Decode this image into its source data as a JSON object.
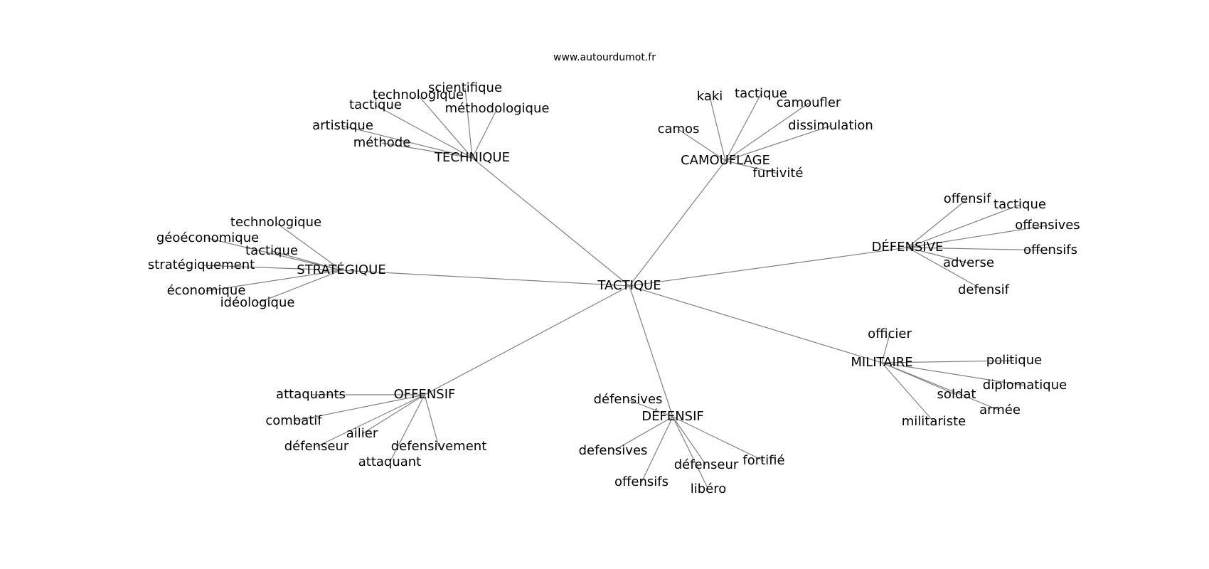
{
  "site": "www.autourdumot.fr",
  "colors": {
    "edge": "#808080",
    "text": "#000000",
    "background": "#ffffff"
  },
  "graph": {
    "center": "TACTIQUE",
    "clusters": [
      {
        "hub": "TECHNIQUE",
        "leaves": [
          "scientifique",
          "technologique",
          "tactique",
          "méthodologique",
          "artistique",
          "méthode"
        ]
      },
      {
        "hub": "CAMOUFLAGE",
        "leaves": [
          "kaki",
          "tactique",
          "camoufler",
          "dissimulation",
          "camos",
          "furtivité"
        ]
      },
      {
        "hub": "STRATÉGIQUE",
        "leaves": [
          "technologique",
          "géoéconomique",
          "tactique",
          "stratégiquement",
          "économique",
          "idéologique"
        ]
      },
      {
        "hub": "DÉFENSIVE",
        "leaves": [
          "offensif",
          "tactique",
          "offensives",
          "offensifs",
          "adverse",
          "defensif"
        ]
      },
      {
        "hub": "MILITAIRE",
        "leaves": [
          "officier",
          "politique",
          "diplomatique",
          "soldat",
          "armée",
          "militariste"
        ]
      },
      {
        "hub": "OFFENSIF",
        "leaves": [
          "attaquants",
          "combatif",
          "ailier",
          "défenseur",
          "defensivement",
          "attaquant"
        ]
      },
      {
        "hub": "DÉFENSIF",
        "leaves": [
          "défensives",
          "defensives",
          "offensifs",
          "défenseur",
          "fortifié",
          "libéro"
        ]
      }
    ]
  }
}
